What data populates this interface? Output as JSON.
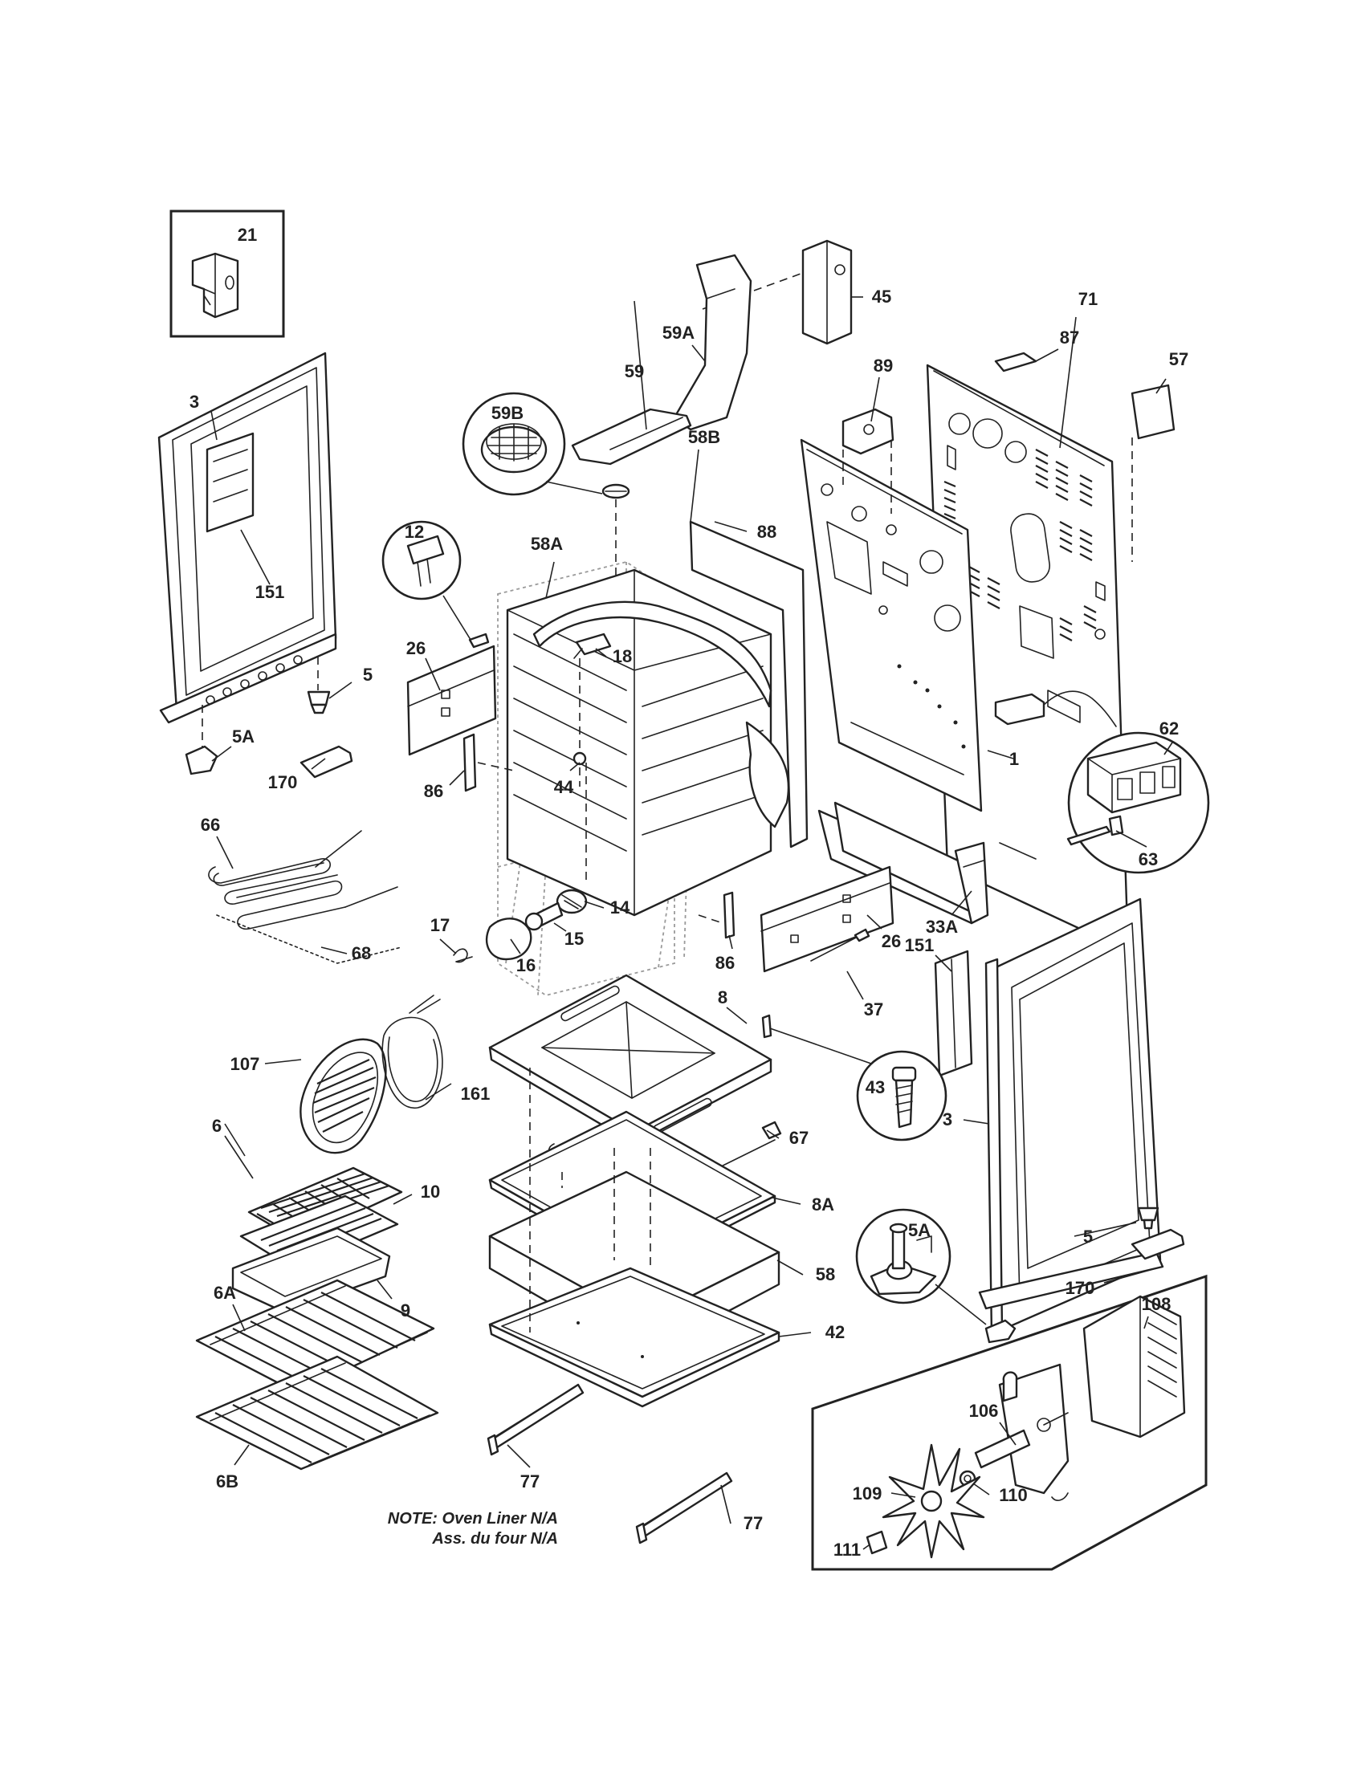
{
  "labels": {
    "p21": "21",
    "p3_left": "3",
    "p151_left": "151",
    "p5_left": "5",
    "p5a_left": "5A",
    "p170_left": "170",
    "p45": "45",
    "p59a": "59A",
    "p59": "59",
    "p59b": "59B",
    "p89": "89",
    "p87": "87",
    "p57": "57",
    "p71": "71",
    "p58b": "58B",
    "p88": "88",
    "p12": "12",
    "p58a": "58A",
    "p18": "18",
    "p26_left": "26",
    "p86_left": "86",
    "p44": "44",
    "p1": "1",
    "p62": "62",
    "p63": "63",
    "p33a": "33A",
    "p26_right": "26",
    "p86_right": "86",
    "p66": "66",
    "p68": "68",
    "p17": "17",
    "p16": "16",
    "p15": "15",
    "p14": "14",
    "p151_right": "151",
    "p37": "37",
    "p8": "8",
    "p43": "43",
    "p107": "107",
    "p161": "161",
    "p3_right": "3",
    "p67": "67",
    "p6": "6",
    "p10": "10",
    "p8a": "8A",
    "p9": "9",
    "p5a_right": "5A",
    "p5_right": "5",
    "p58": "58",
    "p170_right": "170",
    "p6a": "6A",
    "p42": "42",
    "p108": "108",
    "p106": "106",
    "p6b": "6B",
    "p77_left": "77",
    "p109": "109",
    "p110": "110",
    "p77_right": "77",
    "p111": "111"
  },
  "note": {
    "line1": "NOTE: Oven Liner N/A",
    "line2": "Ass. du four N/A"
  }
}
